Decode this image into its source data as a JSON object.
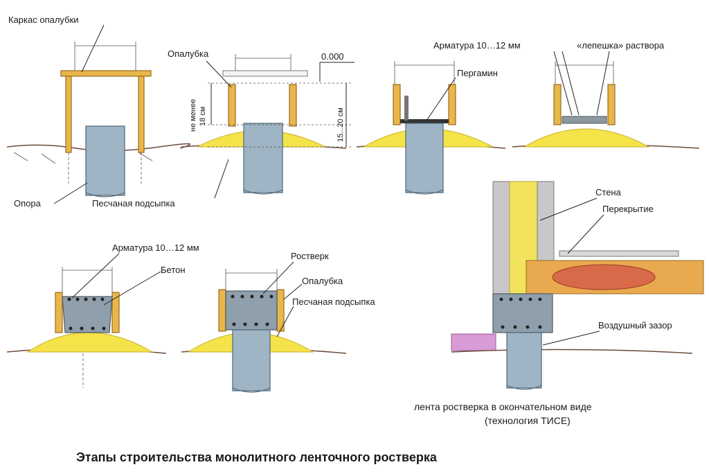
{
  "labels": {
    "karkas": "Каркас опалубки",
    "opalubka1": "Опалубка",
    "zero": "0.000",
    "dim_15_20": "15...20 см",
    "ne_menee": "не менее",
    "cm18": "18 см",
    "opora": "Опора",
    "pesok1": "Песчаная подсыпка",
    "pergamin": "Пергамин",
    "armatura1": "Арматура 10…12 мм",
    "lepeshka": "«лепешка» раствора",
    "stena": "Стена",
    "perekrytie": "Перекрытие",
    "vozdushny": "Воздушный зазор",
    "armatura2": "Арматура 10…12 мм",
    "beton": "Бетон",
    "rostverk": "Ростверк",
    "opalubka2": "Опалубка",
    "pesok2": "Песчаная подсыпка",
    "final_line1": "лента ростверка в окончательном виде",
    "final_line2": "(технология ТИСЕ)"
  },
  "title": "Этапы строительства монолитного ленточного ростверка",
  "colors": {
    "sand": "#f5e34a",
    "pile": "#9fb4c4",
    "wood": "#e8b64a",
    "concrete": "#8f9fab",
    "insulation": "#f2e25c",
    "floor_fill": "#d86a4a"
  }
}
